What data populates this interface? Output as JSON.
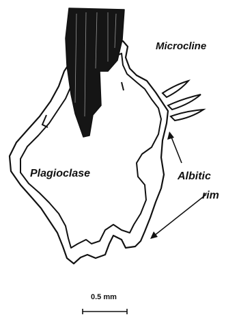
{
  "labels": {
    "microcline": "Microcline",
    "plagioclase": "Plagioclase",
    "albitic": "Albitic",
    "rim": "rim"
  },
  "scale_bar": {
    "label": "0.5 mm"
  },
  "colors": {
    "ink": "#111111",
    "paper": "#ffffff"
  }
}
